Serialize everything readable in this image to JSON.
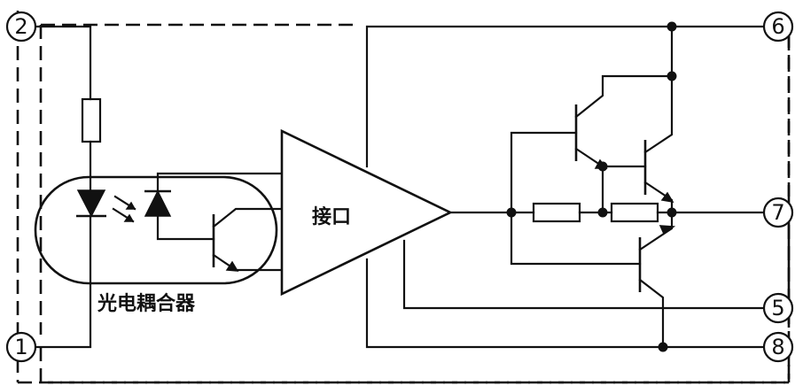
{
  "labels": {
    "interface": "接口",
    "optocoupler": "光电耦合器"
  },
  "pins": {
    "p1": "1",
    "p2": "2",
    "p5": "5",
    "p6": "6",
    "p7": "7",
    "p8": "8"
  },
  "colors": {
    "line": "#111111",
    "background": "#ffffff"
  }
}
